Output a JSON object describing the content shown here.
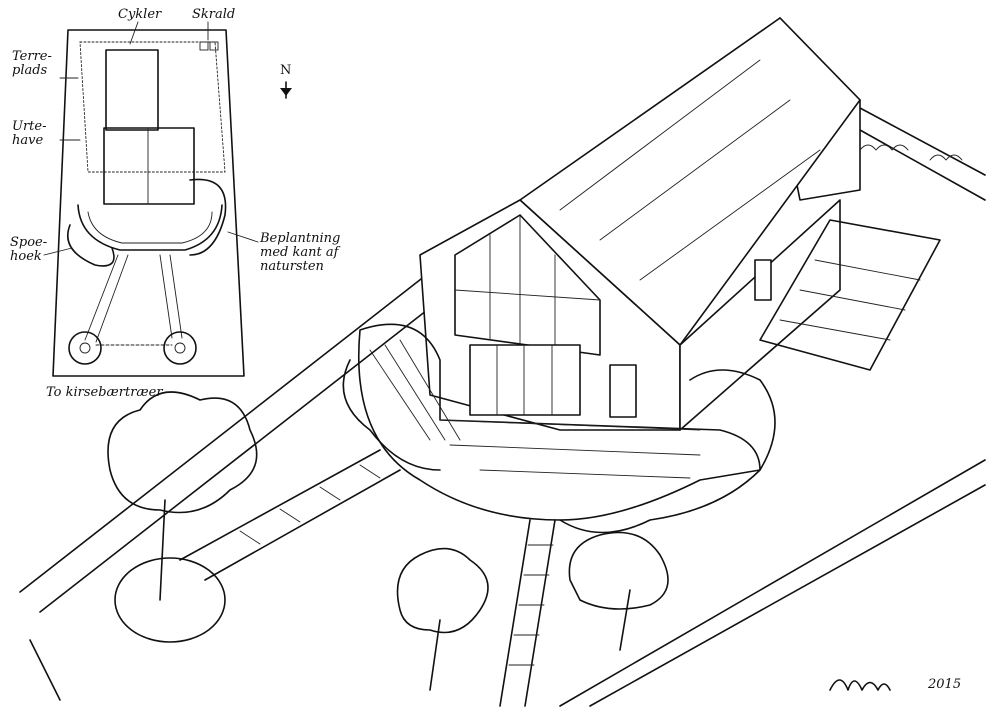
{
  "plan_labels": {
    "cykler": "Cykler",
    "skrald": "Skrald",
    "terrasse": "Terre-\nplads",
    "urtehave": "Urte-\nhave",
    "sandkasse": "Spoe-\nhoek",
    "beplantning": "Beplantning\nmed kant af\nnatursten",
    "kirsebaer": "To kirsebærtræer"
  },
  "compass": {
    "north": "N"
  },
  "signature": {
    "year": "2015"
  },
  "colors": {
    "ink": "#111111",
    "paper": "#ffffff"
  }
}
